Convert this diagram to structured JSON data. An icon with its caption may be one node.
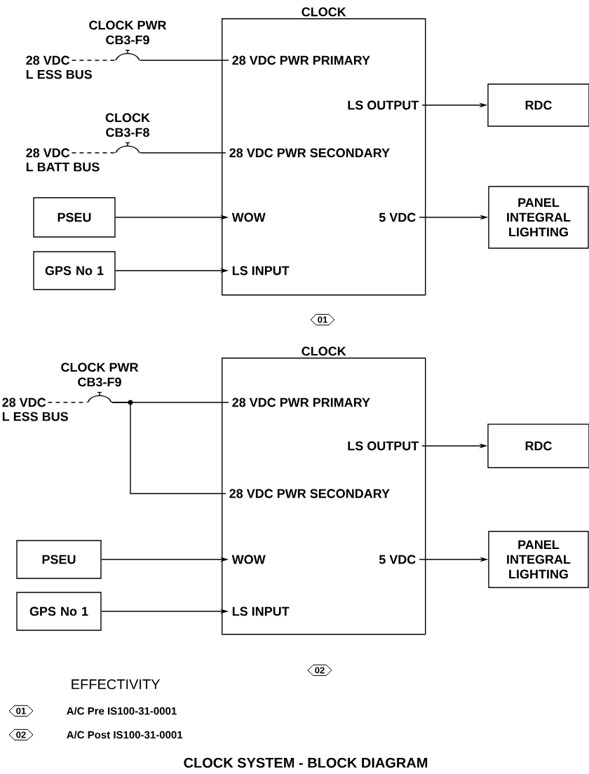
{
  "diagram": {
    "caption": "CLOCK SYSTEM - BLOCK DIAGRAM",
    "nodes": [
      {
        "text": [
          "CLOCK"
        ]
      },
      {
        "text": [
          "28 VDC PWR PRIMARY"
        ],
        "in": 0
      },
      {
        "text": [
          "LS OUTPUT"
        ],
        "in": 0
      },
      {
        "text": [
          "28 VDC PWR SECONDARY"
        ],
        "in": 0
      },
      {
        "text": [
          "WOW"
        ],
        "in": 0
      },
      {
        "text": [
          "5 VDC"
        ],
        "in": 0
      },
      {
        "text": [
          "LS INPUT"
        ],
        "in": 0
      },
      {
        "text": [
          "28 VDC",
          "L ESS BUS"
        ]
      },
      {
        "text": [
          "28 VDC",
          "L BATT BUS"
        ]
      },
      {
        "text": [
          "CLOCK PWR",
          "CB3-F9"
        ]
      },
      {
        "text": [
          "CLOCK",
          "CB3-F8"
        ]
      },
      {
        "text": [
          "RDC"
        ]
      },
      {
        "text": [
          "PANEL INTEGRAL LIGHTING"
        ]
      },
      {
        "text": [
          "PSEU"
        ]
      },
      {
        "text": [
          "GPS No 1"
        ]
      },
      {
        "text": [
          "CLOCK"
        ]
      },
      {
        "text": [
          "28 VDC PWR PRIMARY"
        ],
        "in": 15
      },
      {
        "text": [
          "LS OUTPUT"
        ],
        "in": 15
      },
      {
        "text": [
          "28 VDC PWR SECONDARY"
        ],
        "in": 15
      },
      {
        "text": [
          "WOW"
        ],
        "in": 15
      },
      {
        "text": [
          "5 VDC"
        ],
        "in": 15
      },
      {
        "text": [
          "LS INPUT"
        ],
        "in": 15
      },
      {
        "text": [
          "28 VDC",
          "L ESS BUS"
        ]
      },
      {
        "text": [
          "CLOCK PWR",
          "CB3-F9"
        ]
      },
      {
        "text": [
          "RDC"
        ]
      },
      {
        "text": [
          "PANEL INTEGRAL LIGHTING"
        ]
      },
      {
        "text": [
          "PSEU"
        ]
      },
      {
        "text": [
          "GPS No 1"
        ]
      }
    ],
    "edges": [
      {
        "from": 7,
        "to": 9,
        "arrow": "none",
        "style": "dashed"
      },
      {
        "from": 9,
        "to": 1,
        "arrow": "none"
      },
      {
        "from": 8,
        "to": 10,
        "arrow": "none",
        "style": "dashed"
      },
      {
        "from": 10,
        "to": 3,
        "arrow": "none"
      },
      {
        "from": 2,
        "to": 11,
        "arrow": "to"
      },
      {
        "from": 13,
        "to": 4,
        "arrow": "to"
      },
      {
        "from": 5,
        "to": 12,
        "arrow": "to"
      },
      {
        "from": 14,
        "to": 6,
        "arrow": "to"
      },
      {
        "from": 22,
        "to": 23,
        "arrow": "none",
        "style": "dashed"
      },
      {
        "from": 23,
        "to": 16,
        "arrow": "none"
      },
      {
        "from": 23,
        "to": 18,
        "arrow": "none"
      },
      {
        "from": 17,
        "to": 24,
        "arrow": "to"
      },
      {
        "from": 26,
        "to": 19,
        "arrow": "to"
      },
      {
        "from": 20,
        "to": 25,
        "arrow": "to"
      },
      {
        "from": 27,
        "to": 21,
        "arrow": "to"
      }
    ],
    "labels": [
      "01",
      "02",
      "EFFECTIVITY",
      "01",
      "A/C Pre IS100-31-0001",
      "02",
      "A/C Post IS100-31-0001"
    ]
  }
}
